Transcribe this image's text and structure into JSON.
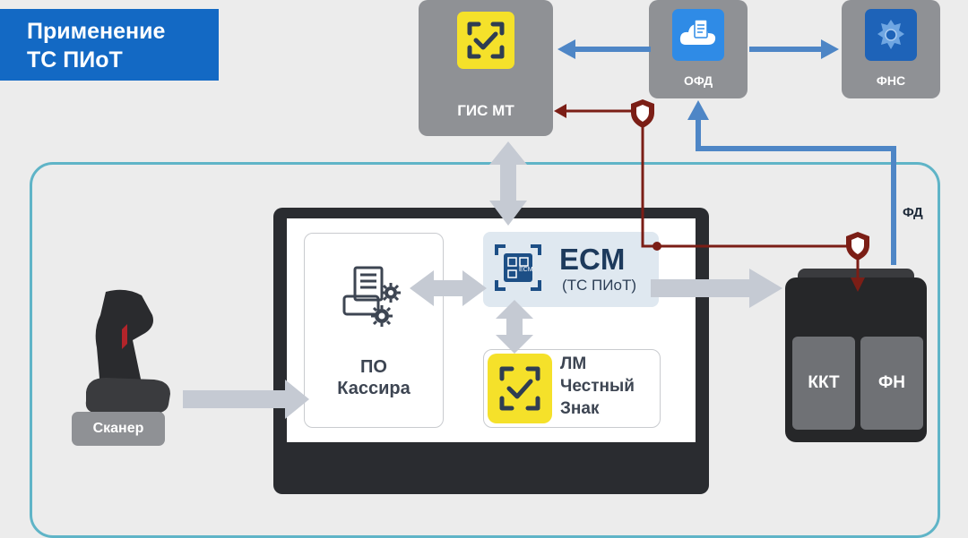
{
  "title": {
    "line1": "Применение",
    "line2": "ТС ПИоТ"
  },
  "nodes": {
    "gis_mt": "ГИС МТ",
    "ofd": "ОФД",
    "fns": "ФНС",
    "po_kassira": {
      "line1": "ПО",
      "line2": "Кассира"
    },
    "ecm": {
      "name": "ECM",
      "sub": "(ТС ПИоТ)",
      "chip_label": "ECM"
    },
    "lm": {
      "line1": "ЛМ",
      "line2": "Честный",
      "line3": "Знак"
    },
    "scanner": "Сканер",
    "kkt": "ККТ",
    "fn": "ФН"
  },
  "edge_labels": {
    "fd": "ФД"
  },
  "colors": {
    "brand_blue": "#1369c4",
    "arrow_blue": "#4e86c6",
    "arrow_gray": "#c5cad3",
    "secure_line": "#7b1e16",
    "frame": "#5fb4c7",
    "yellow": "#f5e12a",
    "card_gray": "#8f9195"
  },
  "icons": {
    "gis_mt": "check-frame-icon",
    "ofd": "cloud-document-icon",
    "fns": "emblem-icon",
    "shield": "shield-icon",
    "po_kassira": "register-gears-icon",
    "ecm": "chip-scan-icon",
    "lm": "check-frame-icon",
    "scanner": "barcode-scanner-icon"
  }
}
